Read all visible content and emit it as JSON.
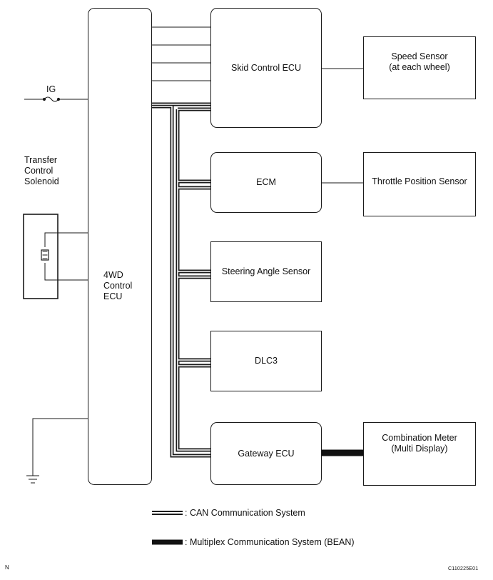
{
  "diagram": {
    "fourwd_ecu": "4WD\nControl\nECU",
    "skid_control_ecu": "Skid Control ECU",
    "ecm": "ECM",
    "steering_angle_sensor": "Steering Angle Sensor",
    "dlc3": "DLC3",
    "gateway_ecu": "Gateway ECU",
    "speed_sensor": "Speed Sensor\n(at each wheel)",
    "throttle_position_sensor": "Throttle Position Sensor",
    "combination_meter": "Combination Meter\n(Multi Display)",
    "transfer_control_solenoid": "Transfer\nControl\nSolenoid",
    "ig": "IG"
  },
  "legend": {
    "can": ": CAN Communication System",
    "multiplex": ": Multiplex Communication System (BEAN)"
  },
  "footer": {
    "left_mark": "N",
    "figure_id": "C110225E01"
  }
}
